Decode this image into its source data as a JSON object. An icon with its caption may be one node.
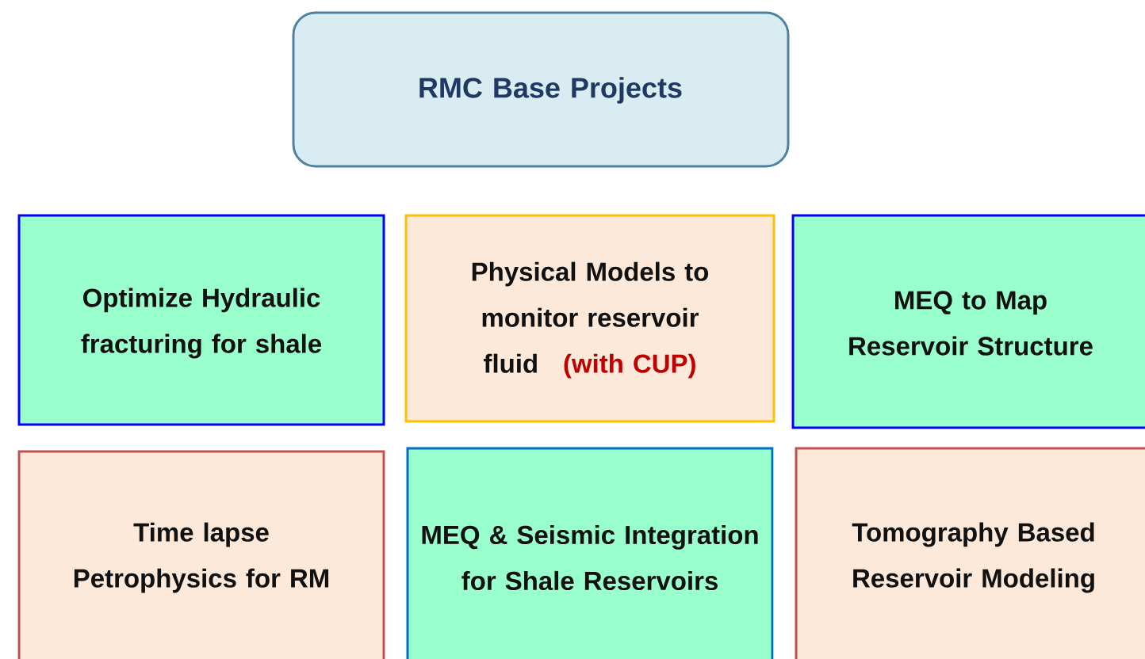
{
  "diagram": {
    "nodes": [
      {
        "text": [
          "RMC Base Projects"
        ]
      },
      {
        "text": [
          "Optimize Hydraulic fracturing for shale"
        ]
      },
      {
        "text": [
          "Physical Models to monitor reservoir fluid",
          "(with CUP)"
        ]
      },
      {
        "text": [
          "MEQ to Map Reservoir Structure"
        ]
      },
      {
        "text": [
          "Time lapse Petrophysics for RM"
        ]
      },
      {
        "text": [
          "MEQ & Seismic Integration for Shale Reservoirs"
        ]
      },
      {
        "text": [
          "Tomography Based Reservoir Modeling"
        ]
      }
    ]
  }
}
